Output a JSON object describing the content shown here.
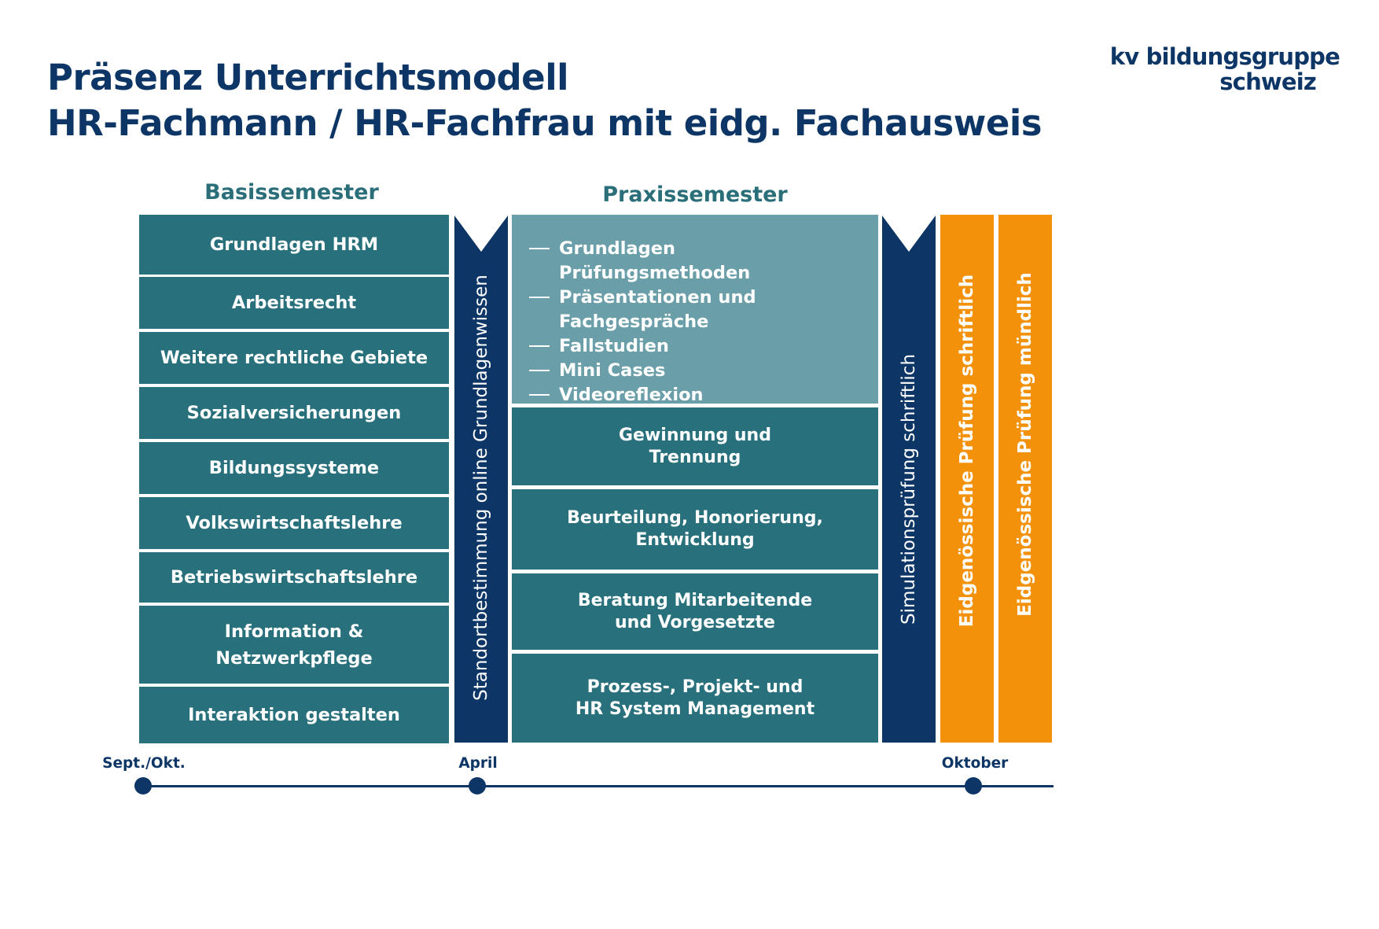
{
  "title": {
    "line1": "Präsenz Unterrichtsmodell",
    "line2": "HR-Fachmann / HR-Fachfrau mit eidg. Fachausweis"
  },
  "logo": {
    "line1": "kv bildungsgruppe",
    "line2": "schweiz"
  },
  "basissemester": {
    "label": "Basissemester",
    "modules": [
      "Grundlagen HRM",
      "Arbeitsrecht",
      "Weitere rechtliche Gebiete",
      "Sozialversicherungen",
      "Bildungssysteme",
      "Volkswirtschaftslehre",
      "Betriebswirtschaftslehre",
      "Information &\nNetzwerkpflege",
      "Interaktion gestalten"
    ]
  },
  "standortbestimmung": {
    "label": "Standortbestimmung online Grundlagenwissen"
  },
  "praxissemester": {
    "label": "Praxissemester",
    "methods": [
      "Grundlagen Prüfungsmethoden",
      "Präsentationen und\nFachgespräche",
      "Fallstudien",
      "Mini Cases",
      "Videoreflexion"
    ],
    "modules": [
      "Gewinnung und\nTrennung",
      "Beurteilung, Honorierung,\nEntwicklung",
      "Beratung Mitarbeitende\nund Vorgesetzte",
      "Prozess-, Projekt- und\nHR System Management"
    ]
  },
  "simulation": {
    "label": "Simulationsprüfung schriftlich"
  },
  "exams": {
    "written": "Eidgenössische Prüfung schriftlich",
    "oral": "Eidgenössische Prüfung mündlich"
  },
  "timeline": {
    "start": "Sept./Okt.",
    "middle": "April",
    "end": "Oktober"
  },
  "colors": {
    "navy": "#0d3666",
    "teal": "#28707c",
    "teal_light": "#6a9ea8",
    "orange": "#f3920a",
    "label_teal": "#2a6e79"
  }
}
